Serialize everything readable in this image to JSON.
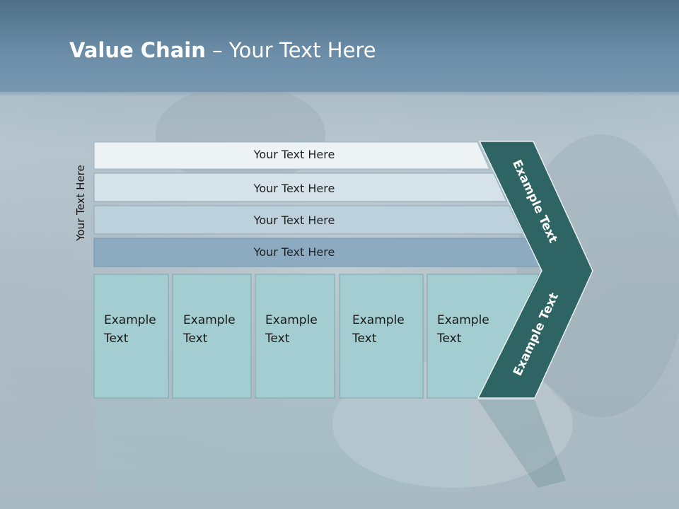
{
  "title": {
    "bold": "Value Chain",
    "rest": " – Your Text Here"
  },
  "side_label": "Your Text Here",
  "rows": [
    {
      "label": "Your Text Here"
    },
    {
      "label": "Your Text Here"
    },
    {
      "label": "Your Text Here"
    },
    {
      "label": "Your Text Here"
    }
  ],
  "columns": [
    {
      "line1": "Example",
      "line2": "Text"
    },
    {
      "line1": "Example",
      "line2": "Text"
    },
    {
      "line1": "Example",
      "line2": "Text"
    },
    {
      "line1": "Example",
      "line2": "Text"
    },
    {
      "line1": "Example",
      "line2": "Text"
    }
  ],
  "arrow_top": "Example Text",
  "arrow_bottom": "Example Text",
  "colors": {
    "row1": "#edf2f5",
    "row2": "#d5e2ea",
    "row3": "#bcd1dc",
    "row4": "#8cabc1",
    "column": "#a3cdd0",
    "arrow": "#2f6464",
    "header": "#5b7d97"
  }
}
